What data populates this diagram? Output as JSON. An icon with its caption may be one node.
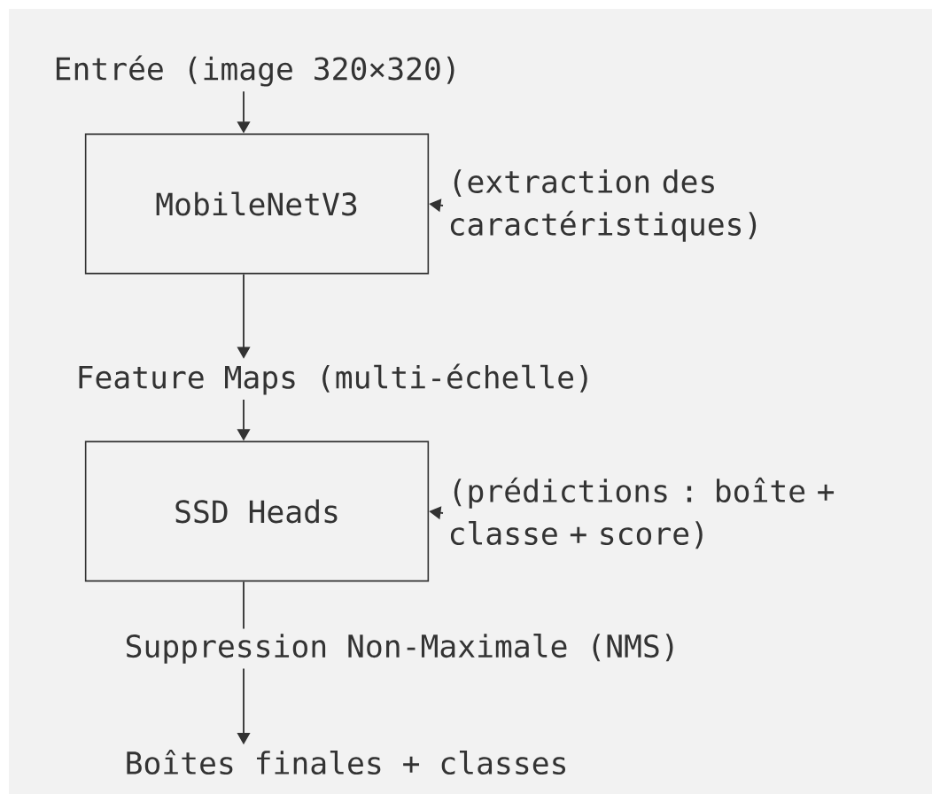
{
  "diagram": {
    "nodes": [
      {
        "text": [
          "Entrée (image 320×320)"
        ]
      },
      {
        "text": [
          "MobileNetV3"
        ]
      },
      {
        "text": [
          "(extraction des caractéristiques)"
        ]
      },
      {
        "text": [
          "Feature Maps (multi-échelle)"
        ]
      },
      {
        "text": [
          "SSD Heads"
        ]
      },
      {
        "text": [
          "(prédictions : boîte + classe + score)"
        ]
      },
      {
        "text": [
          "Suppression Non-Maximale (NMS)"
        ]
      },
      {
        "text": [
          "Boîtes finales + classes"
        ]
      }
    ],
    "edges": [
      {
        "from": 0,
        "to": 1,
        "arrow": "to"
      },
      {
        "from": 2,
        "to": 1,
        "arrow": "to"
      },
      {
        "from": 1,
        "to": 3,
        "arrow": "to"
      },
      {
        "from": 3,
        "to": 4,
        "arrow": "to"
      },
      {
        "from": 5,
        "to": 4,
        "arrow": "to"
      },
      {
        "from": 4,
        "to": 6,
        "arrow": "none"
      },
      {
        "from": 6,
        "to": 7,
        "arrow": "to"
      }
    ]
  }
}
